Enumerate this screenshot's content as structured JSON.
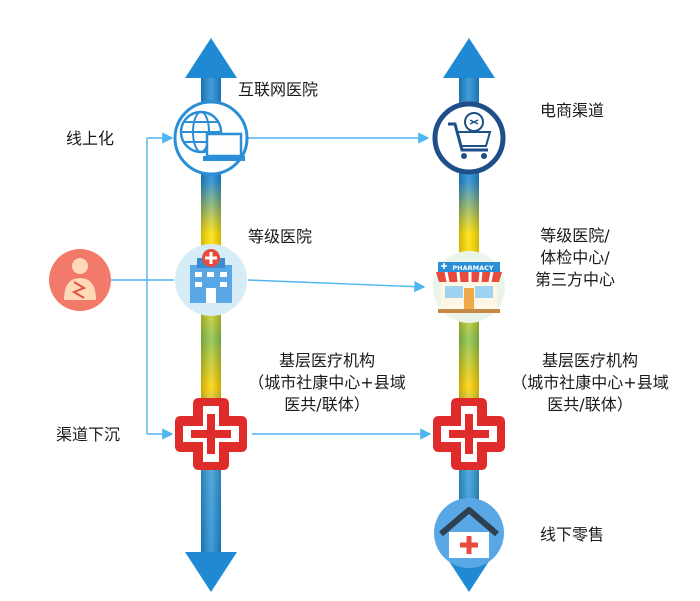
{
  "side_labels": {
    "online": "线上化",
    "sinking": "渠道下沉"
  },
  "left_column": {
    "top": {
      "label": "互联网医院",
      "icon": "computer-globe-icon"
    },
    "middle": {
      "label": "等级医院",
      "icon": "hospital-building-icon"
    },
    "bottom": {
      "label_line1": "基层医疗机构",
      "label_line2": "（城市社康中心+县域",
      "label_line3": "医共/联体）",
      "icon": "medical-cross-icon"
    }
  },
  "right_column": {
    "top": {
      "label": "电商渠道",
      "icon": "shopping-cart-icon"
    },
    "middle": {
      "label_line1": "等级医院/",
      "label_line2": "体检中心/",
      "label_line3": "第三方中心",
      "icon": "pharmacy-store-icon",
      "sign_text": "PHARMACY"
    },
    "bottom": {
      "label_line1": "基层医疗机构",
      "label_line2": "（城市社康中心+县域",
      "label_line3": "医共/联体）",
      "icon": "medical-cross-icon"
    },
    "retail": {
      "label": "线下零售",
      "icon": "house-medical-icon"
    }
  },
  "patient": {
    "icon": "patient-icon"
  },
  "colors": {
    "arrow_blue": "#1f8ad3",
    "arrow_yellow": "#ffd200",
    "arrow_green": "#8bc34a",
    "connector": "#4db6f0",
    "cross_red": "#e02b2b",
    "patient_bg": "#f27a6b",
    "retail_bg": "#5aa7e6"
  }
}
